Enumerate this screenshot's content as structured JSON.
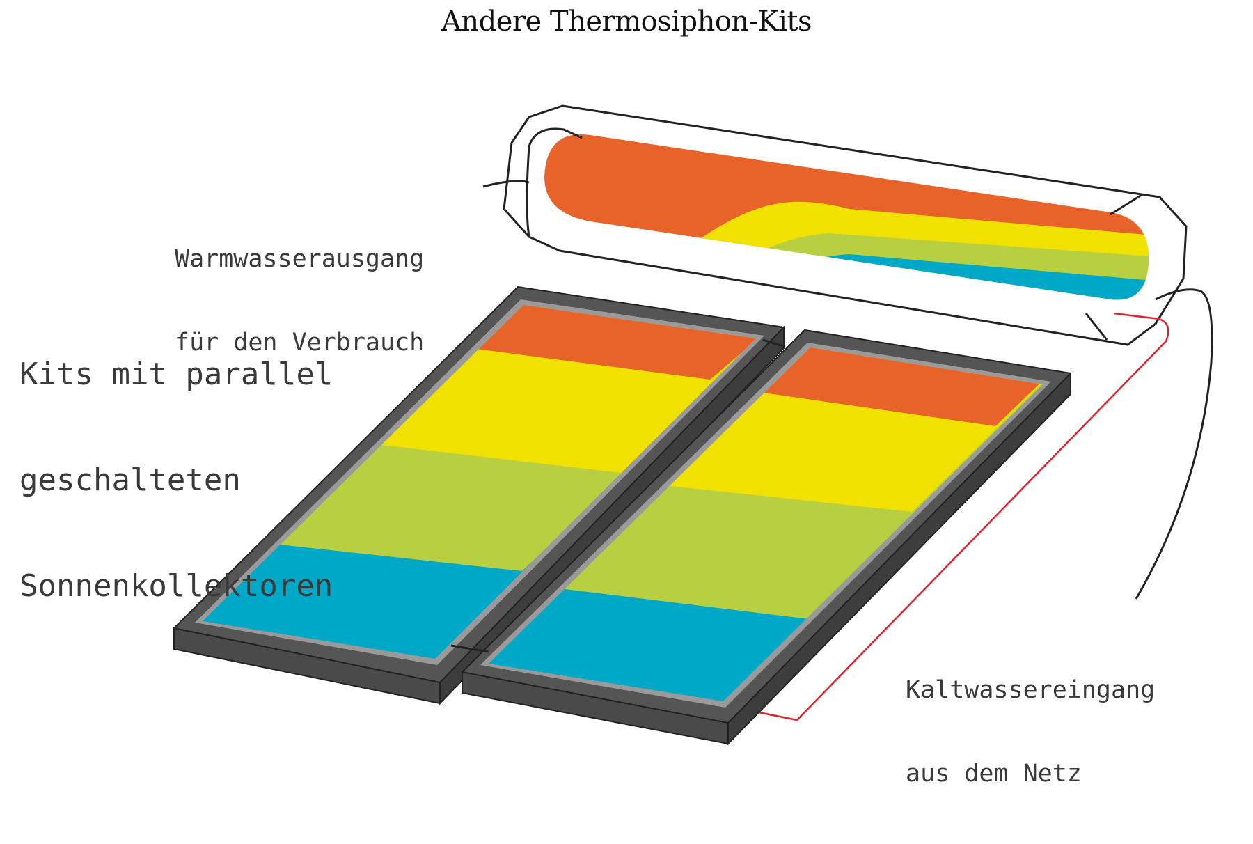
{
  "title": "Andere Thermosiphon-Kits",
  "labels": {
    "hot_water_outlet": [
      "Warmwasserausgang",
      "für den Verbrauch"
    ],
    "kits": [
      "Kits mit parallel",
      "geschalteten",
      "Sonnenkollektoren"
    ],
    "cold_water_inlet": [
      "Kaltwassereingang",
      "aus dem Netz"
    ]
  },
  "colors": {
    "hot": "#e8632a",
    "warm": "#f0e100",
    "mild": "#b8cf42",
    "cold": "#00a8c8",
    "frame_dark": "#555555",
    "frame_light": "#9a9a9a",
    "cold_pipe": "#e0202a"
  }
}
